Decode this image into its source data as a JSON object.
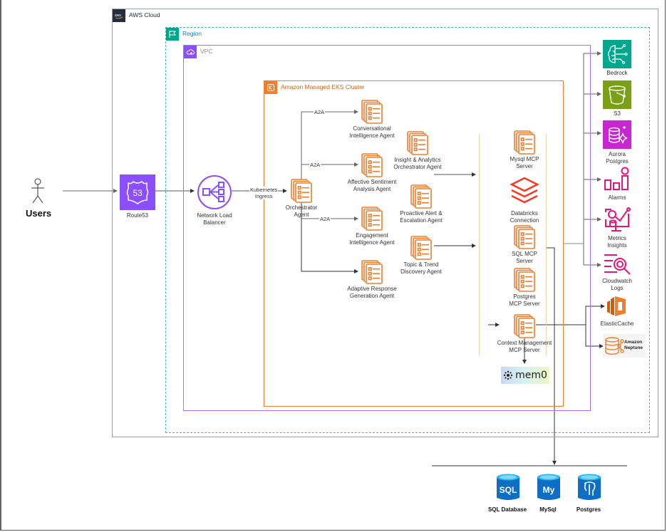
{
  "groups": {
    "aws_cloud": "AWS Cloud",
    "region": "Region",
    "vpc": "VPC",
    "eks": "Amazon Managed EKS Cluster"
  },
  "actors": {
    "users": "Users"
  },
  "edge_labels": {
    "ingress": "Kubernetes\nIngress",
    "a2a_1": "A2A",
    "a2a_2": "A2A",
    "a2a_3": "A2A"
  },
  "nodes": {
    "route53": "Route53",
    "nlb": "Network Load\nBalancer",
    "orchestrator": "Orchestrator\nAgent",
    "conversational": "Conversational\nIntelligence Agent",
    "affective": "Affective Sentiment\nAnalysis Agent",
    "engagement": "Engagement\nIntelligence Agent",
    "adaptive": "Adaptive Response\nGeneration Agent",
    "insight": "Insight & Analytics\nOrchestrator Agent",
    "proactive": "Proactive Alert &\nEscalation Agent",
    "topic": "Topic & Trend\nDiscovery Agent",
    "mysql_mcp": "Mysql MCP\nServer",
    "databricks": "Databricks\nConnection",
    "sql_mcp": "SQL MCP\nServer",
    "postgres_mcp": "Postgres\nMCP Server",
    "context_mcp": "Context Management\nMCP Server",
    "mem0": "mem0"
  },
  "services": {
    "bedrock": "Bedrock",
    "s3": "S3",
    "aurora": "Aurora\nPostgres",
    "alarms": "Alarms",
    "metrics": "Metrics\nInsights",
    "cloudwatch": "Cloudwatch\nLogs",
    "elasticache": "ElasticCache",
    "neptune": "Amazon\nNeptune"
  },
  "databases": {
    "sql": "SQL Database",
    "mysql": "MySql",
    "postgres": "Postgres",
    "sql_glyph": "SQL",
    "mysql_glyph": "My"
  },
  "colors": {
    "aws_border": "#9a9ea5",
    "region": "#3fb8b6",
    "vpc": "#a96ef5",
    "eks": "#ed7f2e",
    "route53": "#8c4fff",
    "bedrock": "#01a88d",
    "s3": "#7aa116",
    "aurora": "#c925d1",
    "cloudwatch": "#e7157b",
    "databricks": "#ff3621",
    "azure_db": "#0e6ec4"
  }
}
